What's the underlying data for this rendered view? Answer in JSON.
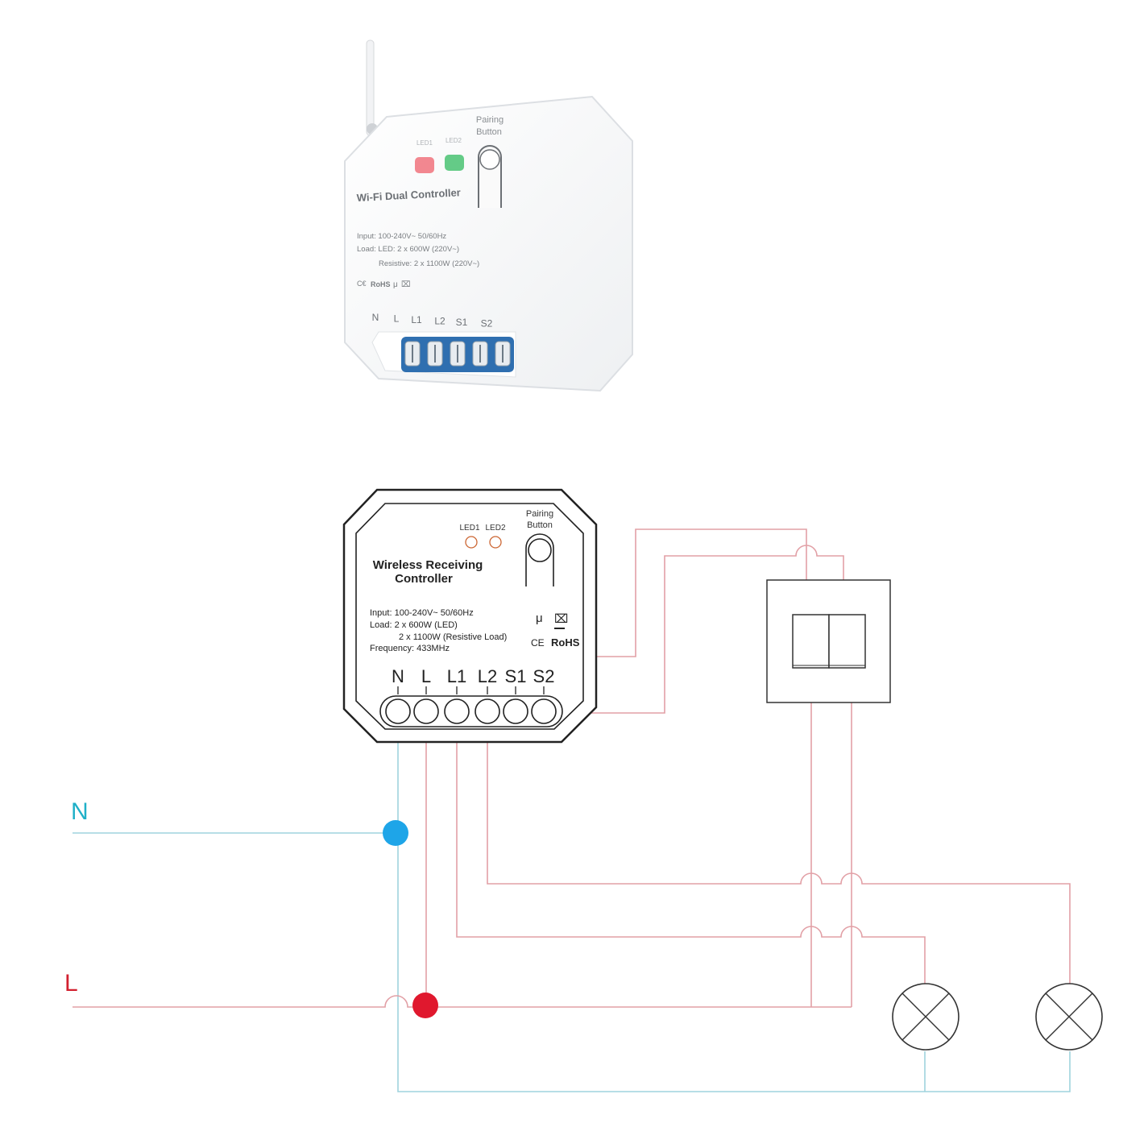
{
  "photo": {
    "led1_label": "LED1",
    "led2_label": "LED2",
    "pairing_line1": "Pairing",
    "pairing_line2": "Button",
    "title": "Wi-Fi Dual Controller",
    "spec_input": "Input: 100-240V~ 50/60Hz",
    "spec_load": "Load: LED: 2 x 600W (220V~)",
    "spec_resistive": "Resistive: 2 x 1100W (220V~)",
    "terminals": [
      "N",
      "L",
      "L1",
      "L2",
      "S1",
      "S2"
    ]
  },
  "schematic": {
    "led1_label": "LED1",
    "led2_label": "LED2",
    "pairing_line1": "Pairing",
    "pairing_line2": "Button",
    "title_line1": "Wireless Receiving",
    "title_line2": "Controller",
    "spec_input": "Input: 100-240V~ 50/60Hz",
    "spec_load": "Load: 2 x 600W (LED)",
    "spec_resistive": "2 x 1100W (Resistive Load)",
    "spec_frequency": "Frequency: 433MHz",
    "cert_ce": "CE",
    "cert_rohs": "RoHS",
    "terminals": [
      "N",
      "L",
      "L1",
      "L2",
      "S1",
      "S2"
    ]
  },
  "supply": {
    "neutral_label": "N",
    "live_label": "L"
  },
  "colors": {
    "neutral": "#1fb0c8",
    "live": "#d2202f",
    "neutral_wire": "#9fd3dd",
    "live_wire": "#e2a0a6",
    "outline": "#222222"
  }
}
